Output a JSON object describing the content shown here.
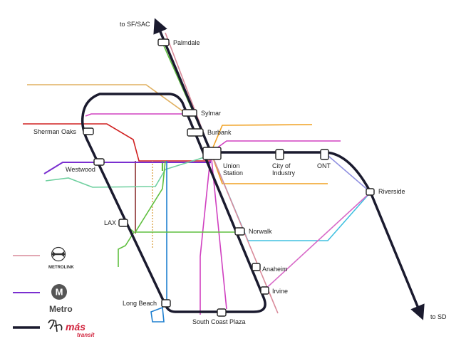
{
  "stations": {
    "to_sf_sac": "to SF/SAC",
    "palmdale": "Palmdale",
    "sylmar": "Sylmar",
    "burbank": "Burbank",
    "sherman_oaks": "Sherman Oaks",
    "westwood": "Westwood",
    "union_station_1": "Union",
    "union_station_2": "Station",
    "city_of_industry_1": "City of",
    "city_of_industry_2": "Industry",
    "ont": "ONT",
    "riverside": "Riverside",
    "lax": "LAX",
    "norwalk": "Norwalk",
    "anaheim": "Anaheim",
    "irvine": "Irvine",
    "long_beach": "Long Beach",
    "south_coast_plaza": "South Coast Plaza",
    "to_sd": "to SD"
  },
  "legend": {
    "metrolink": "METROLINK",
    "metro_letter": "M",
    "metro": "Metro",
    "mas_logo": "más",
    "transit": "transit"
  },
  "colors": {
    "mas_transit_line": "#1a1a2e",
    "metrolink_line": "#d98a9a",
    "metro_line": "#7a2fd0",
    "mas_red": "#d0203a",
    "green_line": "#5fbf3f",
    "orange_line": "#f0a020",
    "pink_line": "#d040c0",
    "cyan_line": "#40c0e0",
    "blue_line": "#2080d0",
    "red_line": "#d02020",
    "brown_line": "#8a3030",
    "mint_line": "#70d0a0",
    "gold_line": "#e0b060",
    "lavender_line": "#9090e0"
  }
}
